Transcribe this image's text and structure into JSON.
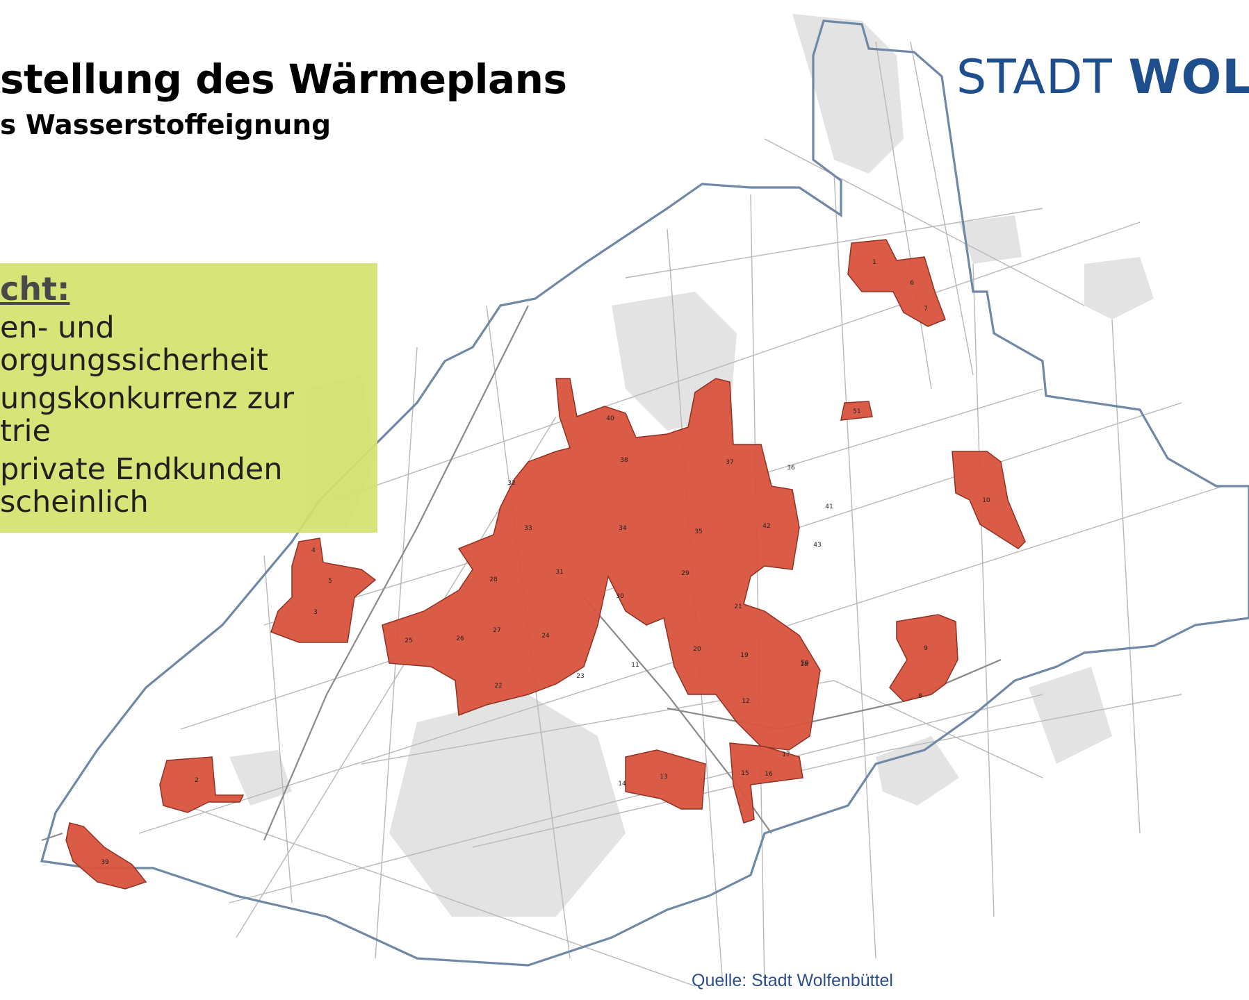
{
  "slide": {
    "title": "stellung des Wärmeplans",
    "subtitle": "s Wasserstoffeignung"
  },
  "brand": {
    "light": "STADT ",
    "bold": "WOLFE"
  },
  "info_box": {
    "heading": "cht:",
    "items": [
      "en- und\norgungssicherheit",
      "ungskonkurrenz zur\ntrie",
      "private Endkunden\nscheinlich"
    ]
  },
  "source": "Quelle: Stadt Wolfenbüttel",
  "colors": {
    "district_fill": "#d9553f",
    "district_stroke": "#8c2a1d",
    "boundary": "#6f88a6",
    "info_box": "#d4e26e",
    "brand": "#1f4e8c"
  },
  "districts": [
    {
      "label": "1"
    },
    {
      "label": "6"
    },
    {
      "label": "7"
    },
    {
      "label": "51"
    },
    {
      "label": "40"
    },
    {
      "label": "38"
    },
    {
      "label": "37"
    },
    {
      "label": "36"
    },
    {
      "label": "41"
    },
    {
      "label": "42"
    },
    {
      "label": "43"
    },
    {
      "label": "35"
    },
    {
      "label": "34"
    },
    {
      "label": "33"
    },
    {
      "label": "32"
    },
    {
      "label": "31"
    },
    {
      "label": "30"
    },
    {
      "label": "29"
    },
    {
      "label": "28"
    },
    {
      "label": "27"
    },
    {
      "label": "26"
    },
    {
      "label": "25"
    },
    {
      "label": "24"
    },
    {
      "label": "23"
    },
    {
      "label": "22"
    },
    {
      "label": "21"
    },
    {
      "label": "20"
    },
    {
      "label": "19"
    },
    {
      "label": "18"
    },
    {
      "label": "17"
    },
    {
      "label": "16"
    },
    {
      "label": "15"
    },
    {
      "label": "14"
    },
    {
      "label": "13"
    },
    {
      "label": "12"
    },
    {
      "label": "11"
    },
    {
      "label": "10"
    },
    {
      "label": "9"
    },
    {
      "label": "8"
    },
    {
      "label": "5"
    },
    {
      "label": "4"
    },
    {
      "label": "3"
    },
    {
      "label": "2"
    },
    {
      "label": "39"
    },
    {
      "label": "50"
    }
  ]
}
